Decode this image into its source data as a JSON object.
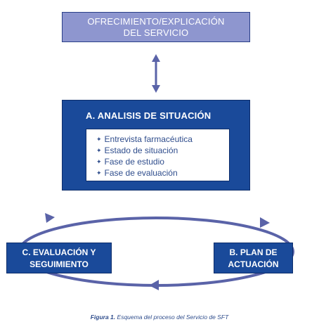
{
  "top_box": {
    "line1": "OFRECIMIENTO/EXPLICACIÓN",
    "line2": "DEL SERVICIO"
  },
  "analysis_box": {
    "title": "A. ANALISIS DE SITUACIÓN",
    "items": [
      "Entrevista farmacéutica",
      "Estado de situación",
      "Fase de estudio",
      "Fase de evaluación"
    ],
    "bullet_glyph": "✦"
  },
  "node_c": {
    "line1": "C. EVALUACIÓN Y",
    "line2": "SEGUIMIENTO"
  },
  "node_b": {
    "line1": "B. PLAN DE",
    "line2": "ACTUACIÓN"
  },
  "caption": {
    "label": "Figura 1.",
    "text": "Esquema del proceso del Servicio de SFT"
  },
  "colors": {
    "top_fill": "#8e96cf",
    "box_fill": "#1a4a9a",
    "arrow": "#5a63a8",
    "text_blue": "#2f4d8c"
  }
}
